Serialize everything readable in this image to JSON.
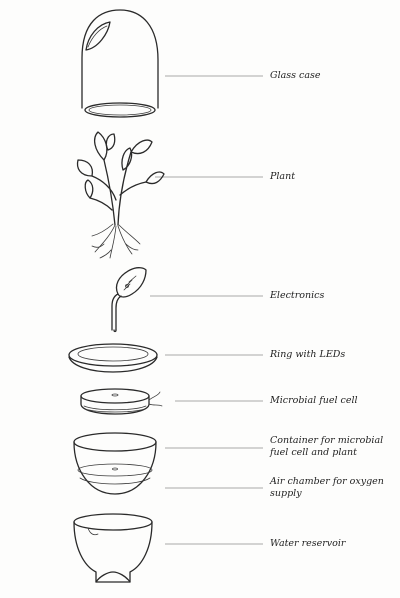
{
  "labels": {
    "glass_case": "Glass case",
    "plant": "Plant",
    "electronics": "Electronics",
    "ring": "Ring with LEDs",
    "microbial_fuel_cell": "Microbial fuel cell",
    "container": "Container for microbial fuel cell and plant",
    "air_chamber": "Air chamber for oxygen supply",
    "water_reservoir": "Water reservoir"
  }
}
